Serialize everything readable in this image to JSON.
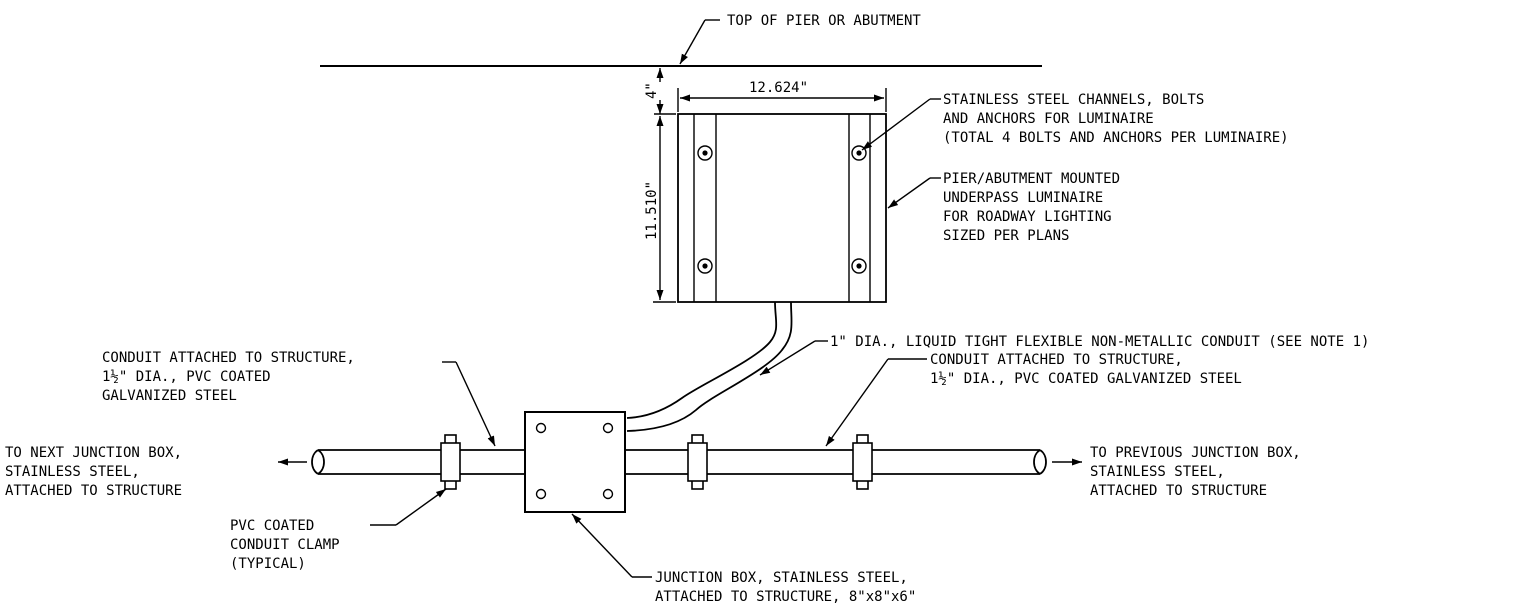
{
  "labels": {
    "top_of_pier": "TOP OF PIER OR ABUTMENT",
    "dim_width": "12.624\"",
    "dim_height": "11.510\"",
    "dim_gap": "4\"",
    "channels": [
      "STAINLESS STEEL CHANNELS, BOLTS",
      "AND ANCHORS FOR LUMINAIRE",
      "(TOTAL 4 BOLTS AND ANCHORS PER LUMINAIRE)"
    ],
    "luminaire": [
      "PIER/ABUTMENT MOUNTED",
      "UNDERPASS LUMINAIRE",
      "FOR ROADWAY LIGHTING",
      "SIZED PER PLANS"
    ],
    "flex_conduit": "1\" DIA., LIQUID TIGHT FLEXIBLE NON-METALLIC CONDUIT (SEE NOTE 1)",
    "conduit_left": [
      "CONDUIT ATTACHED TO STRUCTURE,",
      "1½\" DIA., PVC COATED",
      "GALVANIZED STEEL"
    ],
    "conduit_right": [
      "CONDUIT ATTACHED TO STRUCTURE,",
      "1½\" DIA., PVC COATED GALVANIZED STEEL"
    ],
    "next_jbox": [
      "TO NEXT JUNCTION BOX,",
      "STAINLESS STEEL,",
      "ATTACHED TO STRUCTURE"
    ],
    "prev_jbox": [
      "TO PREVIOUS JUNCTION BOX,",
      "STAINLESS STEEL,",
      "ATTACHED TO STRUCTURE"
    ],
    "clamp": [
      "PVC COATED",
      "CONDUIT CLAMP",
      "(TYPICAL)"
    ],
    "jbox": [
      "JUNCTION BOX, STAINLESS STEEL,",
      "ATTACHED TO STRUCTURE, 8\"x8\"x6\""
    ]
  }
}
